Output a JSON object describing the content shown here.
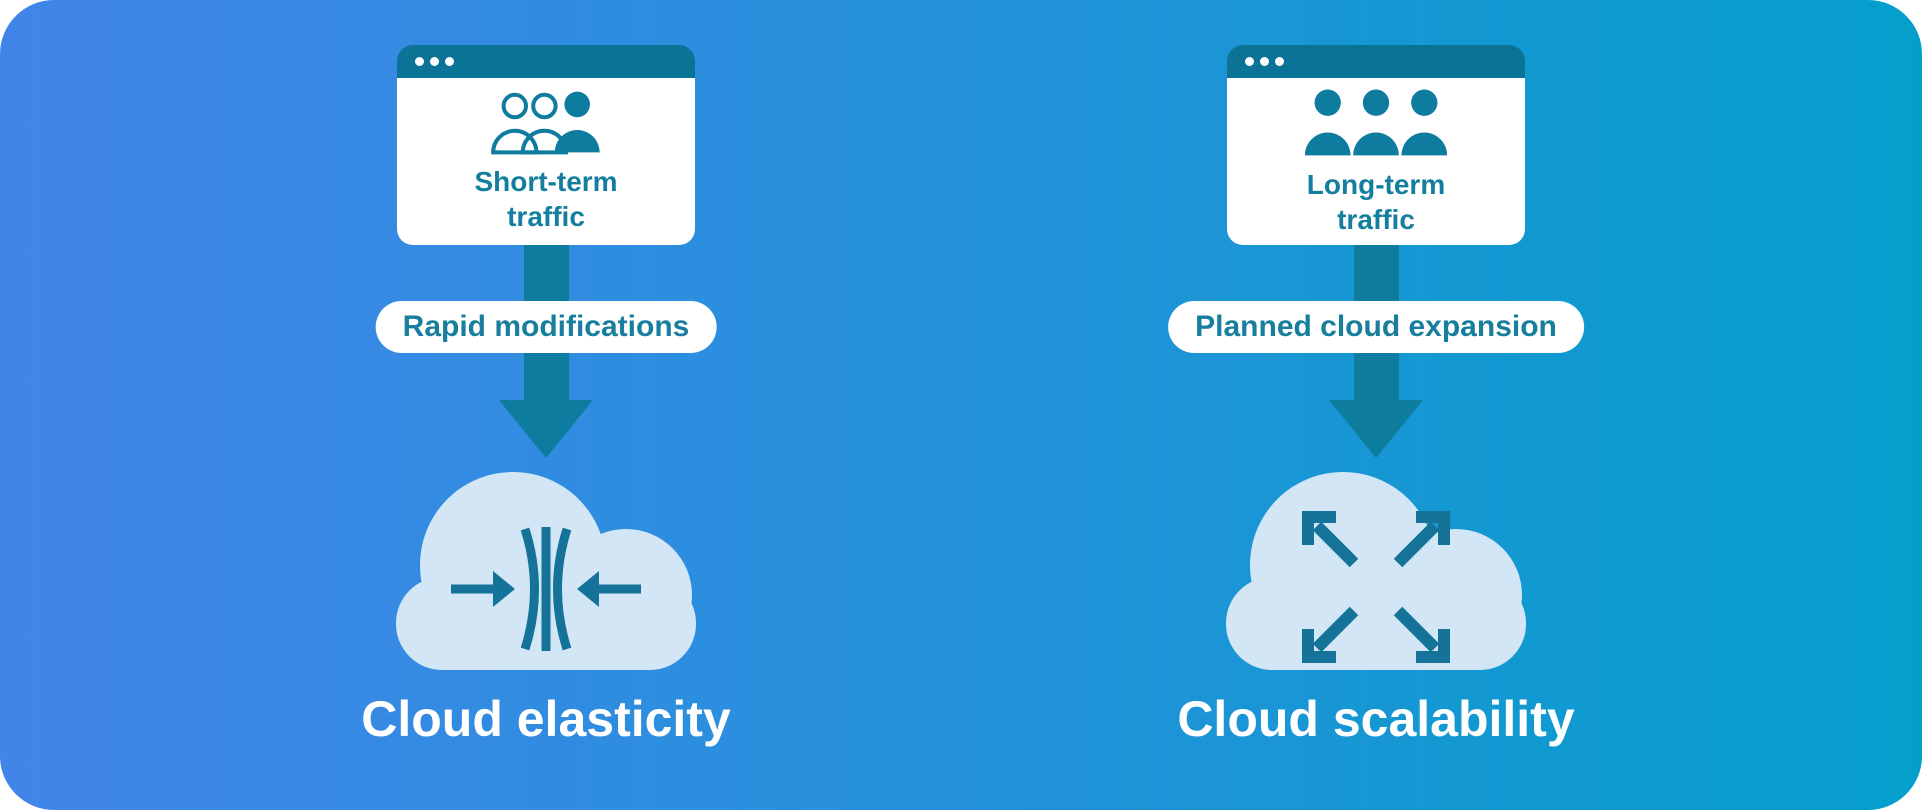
{
  "panel": {
    "gradient_start": "#4285e9",
    "gradient_end": "#059ecb",
    "teal_accent": "#0e7c9e",
    "header_teal": "#0b7496",
    "text_teal": "#177e9d",
    "cloud_fill": "#d2e6f5",
    "caption_color": "#ffffff"
  },
  "left": {
    "window": {
      "dots": 3,
      "icon": "users-mixed-icon",
      "line1": "Short-term",
      "line2": "traffic"
    },
    "pill": "Rapid modifications",
    "cloud_icon": "compress-arrows-icon",
    "label": "Cloud elasticity"
  },
  "right": {
    "window": {
      "dots": 3,
      "icon": "users-filled-icon",
      "line1": "Long-term",
      "line2": "traffic"
    },
    "pill": "Planned cloud expansion",
    "cloud_icon": "expand-arrows-icon",
    "label": "Cloud scalability"
  }
}
